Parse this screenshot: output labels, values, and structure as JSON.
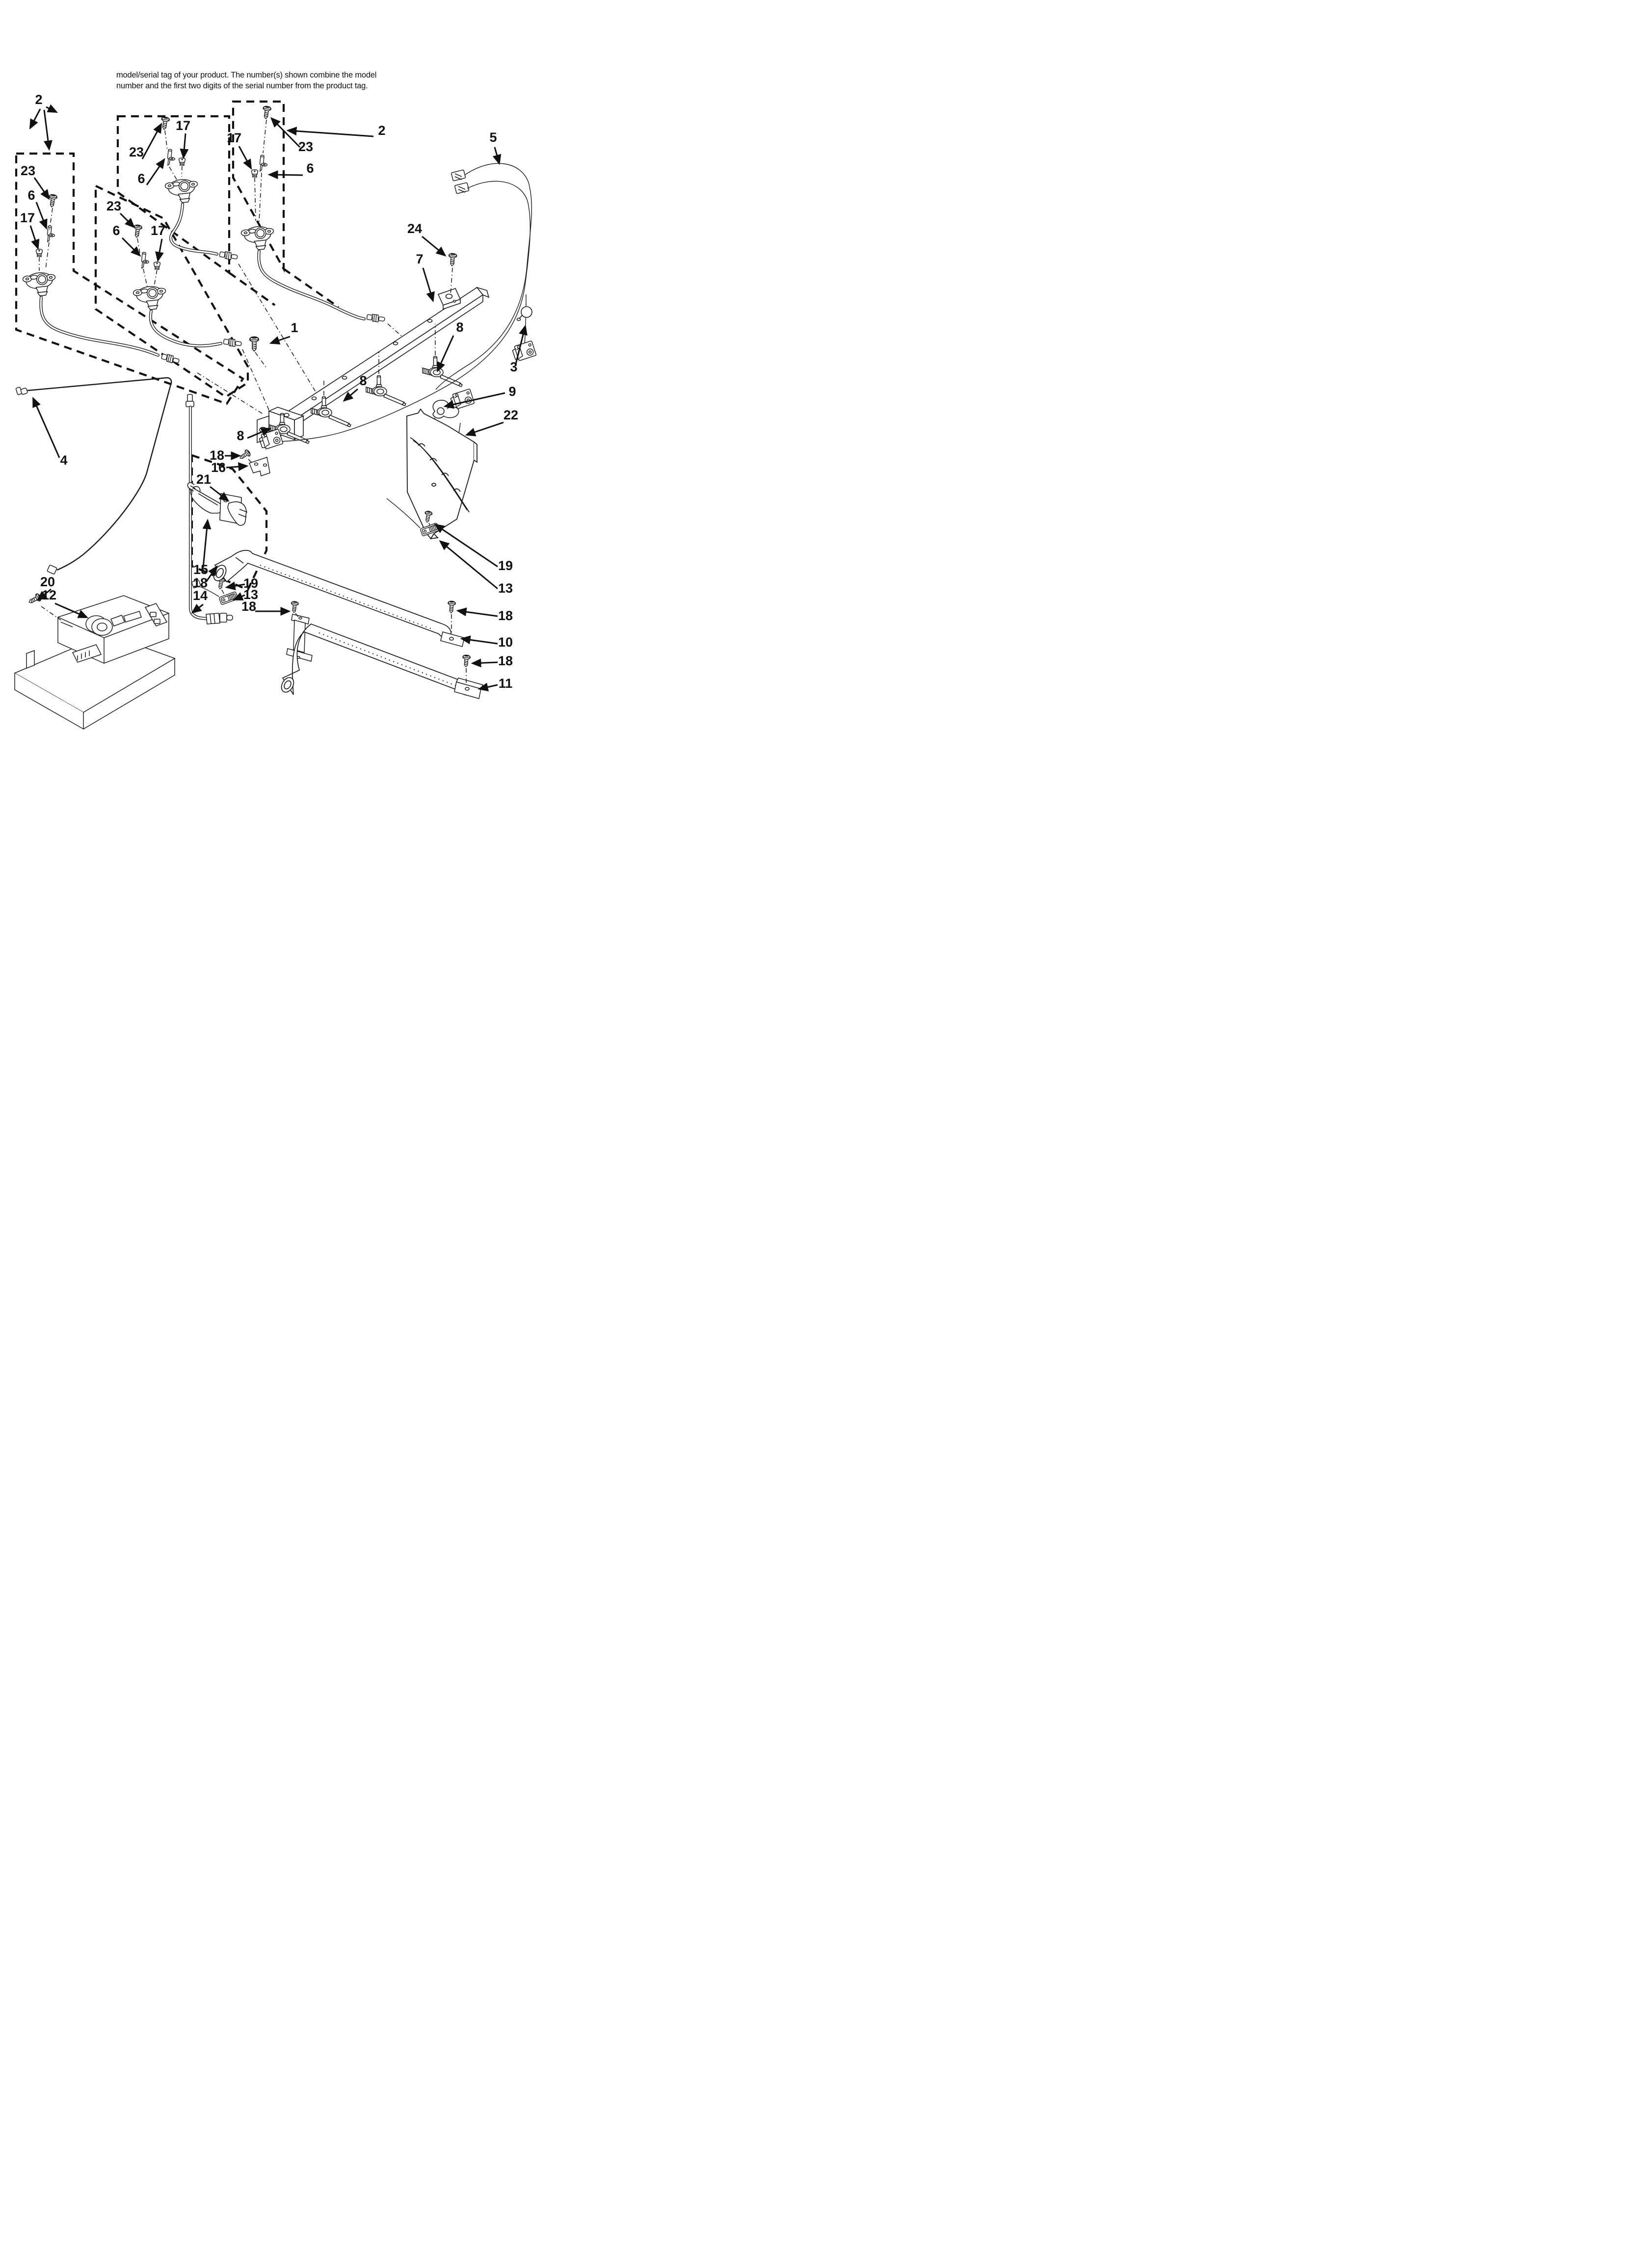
{
  "page": {
    "heading_line1": "model/serial tag of your product. The number(s) shown combine the model",
    "heading_line2": "number and the first two digits of the serial number from the product tag.",
    "ink_color": "#111111",
    "background_color": "#ffffff"
  },
  "diagram": {
    "description": "Exploded parts diagram of a gas range: surface burner valves, manifold, igniters, oven burners and pressure regulator",
    "callouts": [
      {
        "id": "group-2-left",
        "label": "2"
      },
      {
        "id": "screw-23-a",
        "label": "23"
      },
      {
        "id": "igniter-6-a",
        "label": "6"
      },
      {
        "id": "orifice-17-a",
        "label": "17"
      },
      {
        "id": "screw-23-b",
        "label": "23"
      },
      {
        "id": "igniter-6-b",
        "label": "6"
      },
      {
        "id": "orifice-17-b",
        "label": "17"
      },
      {
        "id": "screw-23-c",
        "label": "23"
      },
      {
        "id": "igniter-6-c",
        "label": "6"
      },
      {
        "id": "orifice-17-c",
        "label": "17"
      },
      {
        "id": "orifice-17-d",
        "label": "17"
      },
      {
        "id": "screw-23-d",
        "label": "23"
      },
      {
        "id": "igniter-6-d",
        "label": "6"
      },
      {
        "id": "group-2-right",
        "label": "2"
      },
      {
        "id": "harness-5",
        "label": "5"
      },
      {
        "id": "screw-24",
        "label": "24"
      },
      {
        "id": "manifold-7",
        "label": "7"
      },
      {
        "id": "screw-1",
        "label": "1"
      },
      {
        "id": "valve-8-right",
        "label": "8"
      },
      {
        "id": "valve-8-mid",
        "label": "8"
      },
      {
        "id": "valve-8-left",
        "label": "8"
      },
      {
        "id": "cap-3",
        "label": "3"
      },
      {
        "id": "clip-9",
        "label": "9"
      },
      {
        "id": "shield-22",
        "label": "22"
      },
      {
        "id": "wire-4",
        "label": "4"
      },
      {
        "id": "screw-18-a",
        "label": "18"
      },
      {
        "id": "bracket-16",
        "label": "16"
      },
      {
        "id": "elbow-21",
        "label": "21"
      },
      {
        "id": "burner-15",
        "label": "15"
      },
      {
        "id": "screw-18-b",
        "label": "18"
      },
      {
        "id": "pipe-14",
        "label": "14"
      },
      {
        "id": "screw-19-center",
        "label": "19"
      },
      {
        "id": "module-13-center",
        "label": "13"
      },
      {
        "id": "screw-18-center",
        "label": "18"
      },
      {
        "id": "screw-19-right",
        "label": "19"
      },
      {
        "id": "module-13-right",
        "label": "13"
      },
      {
        "id": "screw-18-right-a",
        "label": "18"
      },
      {
        "id": "bracket-10",
        "label": "10"
      },
      {
        "id": "screw-18-right-b",
        "label": "18"
      },
      {
        "id": "bracket-11",
        "label": "11"
      },
      {
        "id": "screw-20",
        "label": "20"
      },
      {
        "id": "regulator-12",
        "label": "12"
      }
    ]
  }
}
